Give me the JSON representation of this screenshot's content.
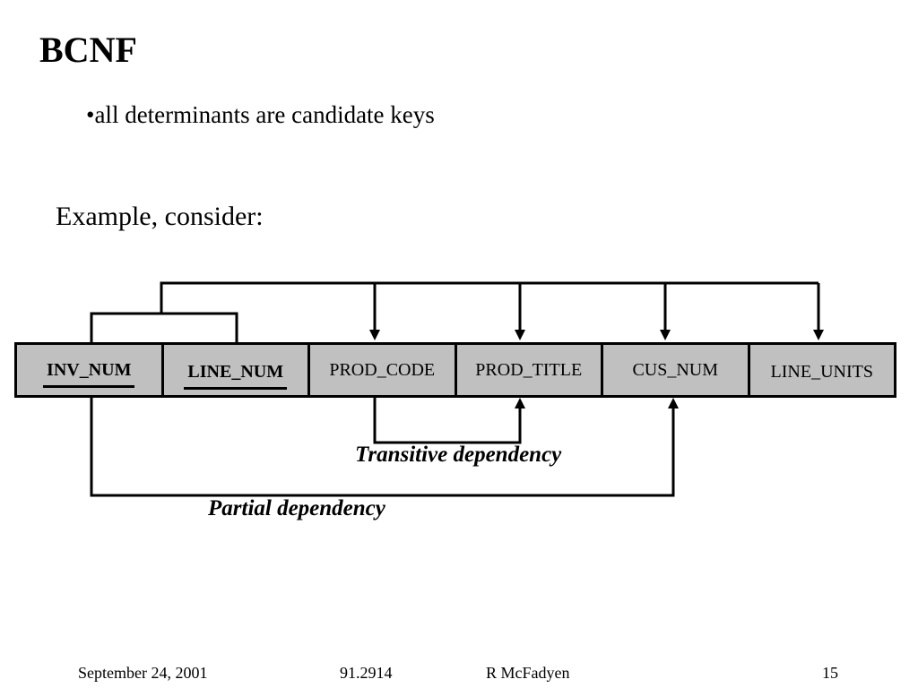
{
  "slide": {
    "title": "BCNF",
    "bullet": "•all determinants are candidate keys",
    "intro": "Example, consider:"
  },
  "table": {
    "columns": [
      {
        "name": "INV_NUM",
        "key": true
      },
      {
        "name": "LINE_NUM",
        "key": true
      },
      {
        "name": "PROD_CODE",
        "key": false
      },
      {
        "name": "PROD_TITLE",
        "key": false
      },
      {
        "name": "CUS_NUM",
        "key": false
      },
      {
        "name": "LINE_UNITS",
        "key": false
      }
    ]
  },
  "dependencies": {
    "transitive_label": "Transitive dependency",
    "partial_label": "Partial dependency"
  },
  "footer": {
    "date": "September 24, 2001",
    "course": "91.2914",
    "author": "R McFadyen",
    "page": "15"
  }
}
